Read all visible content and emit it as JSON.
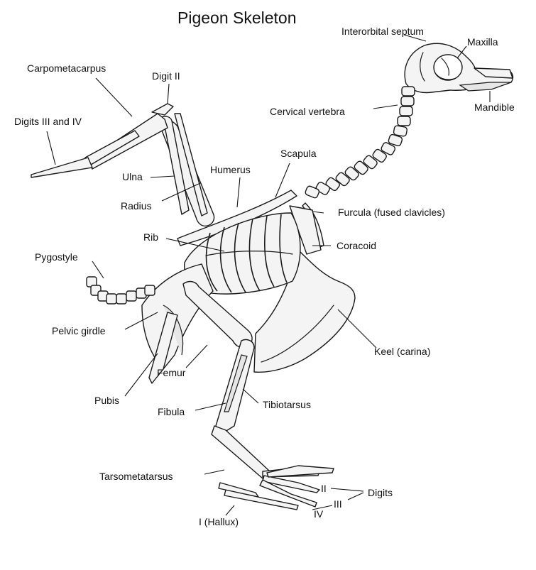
{
  "title": "Pigeon Skeleton",
  "labels": {
    "interorbital_septum": "Interorbital septum",
    "maxilla": "Maxilla",
    "mandible": "Mandible",
    "carpometacarpus": "Carpometacarpus",
    "digit_ii": "Digit II",
    "digits_iii_iv": "Digits III and IV",
    "cervical_vertebra": "Cervical vertebra",
    "scapula": "Scapula",
    "ulna": "Ulna",
    "humerus": "Humerus",
    "radius": "Radius",
    "furcula": "Furcula (fused clavicles)",
    "rib": "Rib",
    "coracoid": "Coracoid",
    "pygostyle": "Pygostyle",
    "pelvic_girdle": "Pelvic girdle",
    "keel": "Keel (carina)",
    "femur": "Femur",
    "pubis": "Pubis",
    "tibiotarsus": "Tibiotarsus",
    "fibula": "Fibula",
    "tarsometatarsus": "Tarsometatarsus",
    "digit_label_ii": "II",
    "digit_label_iii": "III",
    "digit_label_iv": "IV",
    "digits": "Digits",
    "hallux": "I (Hallux)"
  }
}
